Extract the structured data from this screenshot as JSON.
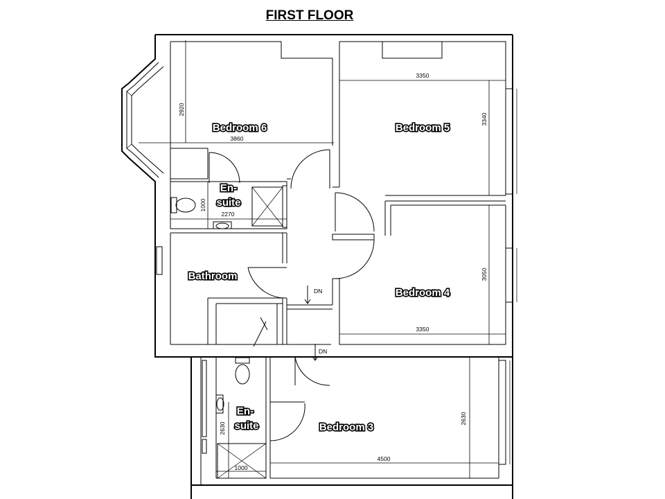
{
  "title": "FIRST FLOOR",
  "rooms": {
    "bedroom6": "Bedroom  6",
    "bedroom5": "Bedroom 5",
    "bedroom4": "Bedroom 4",
    "bedroom3": "Bedroom 3",
    "bathroom": "Bathroom",
    "ensuite1_line1": "En-",
    "ensuite1_line2": "suite",
    "ensuite2_line1": "En-",
    "ensuite2_line2": "suite"
  },
  "dimensions": {
    "bed6_width": "3860",
    "bed6_depth": "2920",
    "bed5_width": "3350",
    "bed5_depth": "3340",
    "bed4_depth": "3050",
    "bed4_width": "3350",
    "ensuite1_width": "2270",
    "ensuite1_depth": "1000",
    "bed3_depth": "2630",
    "bed3_width": "4500",
    "ensuite2_depth": "2630",
    "ensuite2_width": "1000"
  },
  "stairs": {
    "dn_upper": "DN",
    "dn_lower": "DN"
  }
}
